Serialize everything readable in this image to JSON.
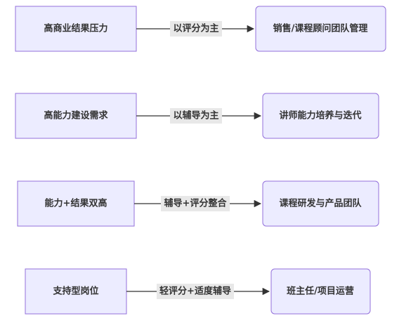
{
  "flowchart": {
    "rows": [
      {
        "source": "高商业结果压力",
        "edge": "以评分为主",
        "target": "销售/课程顾问团队管理"
      },
      {
        "source": "高能力建设需求",
        "edge": "以辅导为主",
        "target": "讲师能力培养与迭代"
      },
      {
        "source": "能力+结果双高",
        "edge": "辅导+评分整合",
        "target": "课程研发与产品团队"
      },
      {
        "source": "支持型岗位",
        "edge": "轻评分+适度辅导",
        "target": "班主任/项目运营"
      }
    ]
  }
}
